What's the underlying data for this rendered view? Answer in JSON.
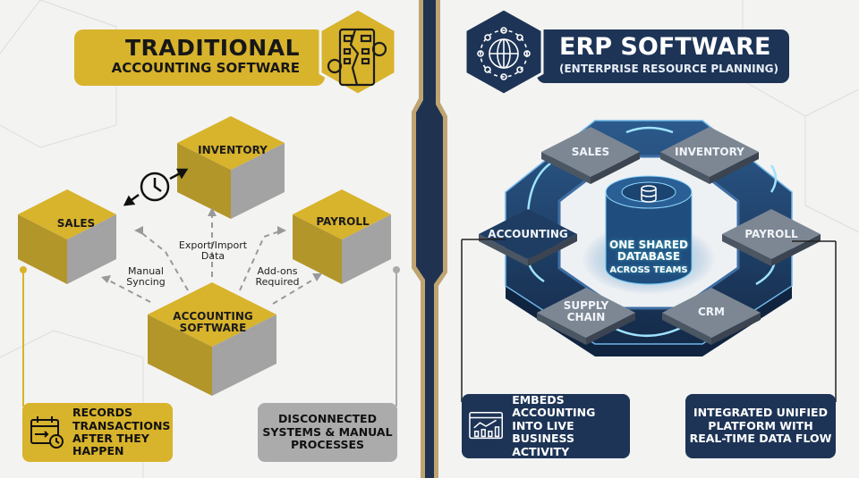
{
  "left": {
    "title_line1": "TRADITIONAL",
    "title_line2": "ACCOUNTING SOFTWARE",
    "modules": {
      "inventory": "INVENTORY",
      "sales": "SALES",
      "payroll": "PAYROLL",
      "accounting_line1": "ACCOUNTING",
      "accounting_line2": "SOFTWARE"
    },
    "notes": {
      "export_import": "Export/Import",
      "export_import2": "Data",
      "manual": "Manual",
      "manual2": "Syncing",
      "addons": "Add-ons",
      "addons2": "Required"
    },
    "callout_left": [
      "RECORDS",
      "TRANSACTIONS",
      "AFTER THEY",
      "HAPPEN"
    ],
    "callout_right": [
      "DISCONNECTED",
      "SYSTEMS & MANUAL",
      "PROCESSES"
    ]
  },
  "right": {
    "title_line1": "ERP SOFTWARE",
    "title_line2": "(ENTERPRISE RESOURCE PLANNING)",
    "modules": {
      "sales": "SALES",
      "inventory": "INVENTORY",
      "accounting": "ACCOUNTING",
      "payroll": "PAYROLL",
      "supply1": "SUPPLY",
      "supply2": "CHAIN",
      "crm": "CRM"
    },
    "database": [
      "ONE SHARED",
      "DATABASE",
      "ACROSS TEAMS"
    ],
    "callout_left": [
      "EMBEDS",
      "ACCOUNTING",
      "INTO LIVE",
      "BUSINESS ACTIVITY"
    ],
    "callout_right": [
      "INTEGRATED UNIFIED",
      "PLATFORM WITH",
      "REAL-TIME DATA FLOW"
    ]
  },
  "colors": {
    "gold": "#d8b32c",
    "navy": "#1d3456",
    "gray": "#a9a9a9",
    "glow": "#8fd8ff"
  }
}
